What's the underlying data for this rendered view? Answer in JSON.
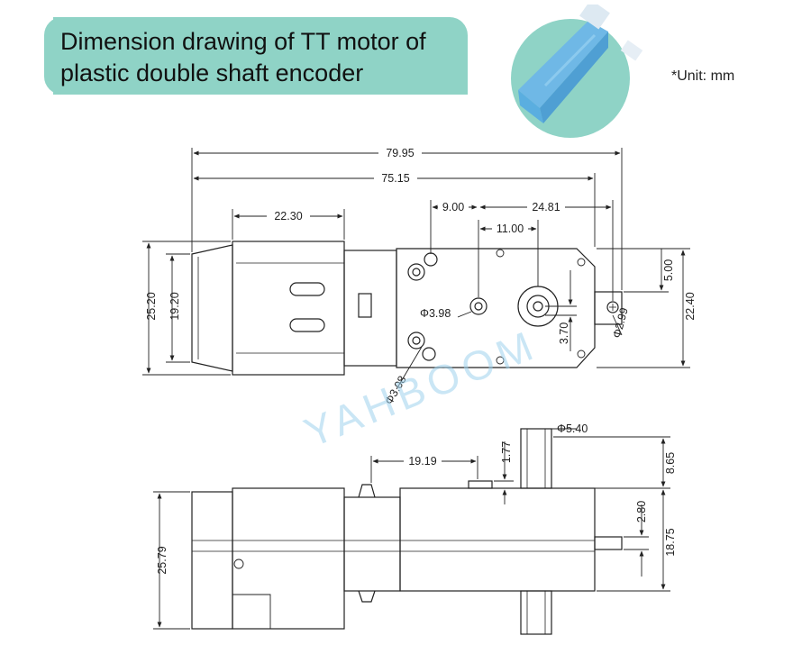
{
  "title": "Dimension drawing of TT motor of\nplastic double shaft encoder",
  "unit_note": "*Unit: mm",
  "watermark": "YAHBOOM",
  "colors": {
    "title_bg": "#8fd3c6",
    "photo_bg": "#8fd3c6",
    "motor_blue": "#6fb8e6",
    "watermark": "#9fd3ee",
    "line": "#222222"
  },
  "top_view": {
    "overall_length": "79.95",
    "length_to_tab": "75.15",
    "motor_can_length": "22.30",
    "hole_offset": "9.00",
    "shaft_to_tab": "24.81",
    "shaft_to_hole": "11.00",
    "tab_hole_offset": "5.00",
    "gearbox_height": "22.40",
    "motor_height": "25.20",
    "motor_inner_height": "19.20",
    "hole_diameter_center": "Φ3.98",
    "hole_diameter_corner": "Φ3.08",
    "hole_diameter_tab": "Φ2.99",
    "shaft_offset": "3.70"
  },
  "side_view": {
    "shaft_diameter": "Φ5.40",
    "boss_offset": "19.19",
    "boss_height": "1.77",
    "shaft_extension": "8.65",
    "tab_thickness": "2.80",
    "center_height": "18.75",
    "overall_height": "25.79"
  }
}
